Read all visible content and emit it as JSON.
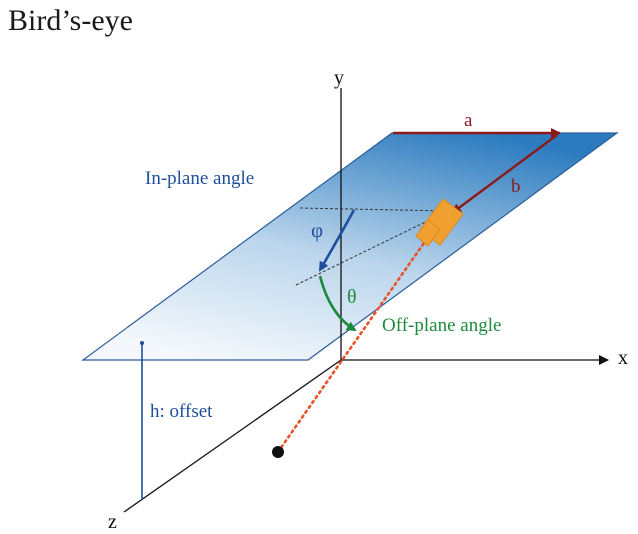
{
  "title": "Bird’s-eye",
  "axes": {
    "x": "x",
    "y": "y",
    "z": "z"
  },
  "vectors": {
    "a": "a",
    "b": "b"
  },
  "angles": {
    "in_plane_label": "In-plane angle",
    "in_plane_symbol": "φ",
    "off_plane_label": "Off-plane angle",
    "off_plane_symbol": "θ"
  },
  "offset_label": "h: offset",
  "colors": {
    "plane_dark": "#2c7bbf",
    "plane_light": "#f4f8fc",
    "vector_arrow": "#8b1a1a",
    "in_plane": "#1f4e9a",
    "off_plane": "#1e8a3e",
    "camera": "#f0a030",
    "ray": "#e8532a"
  }
}
